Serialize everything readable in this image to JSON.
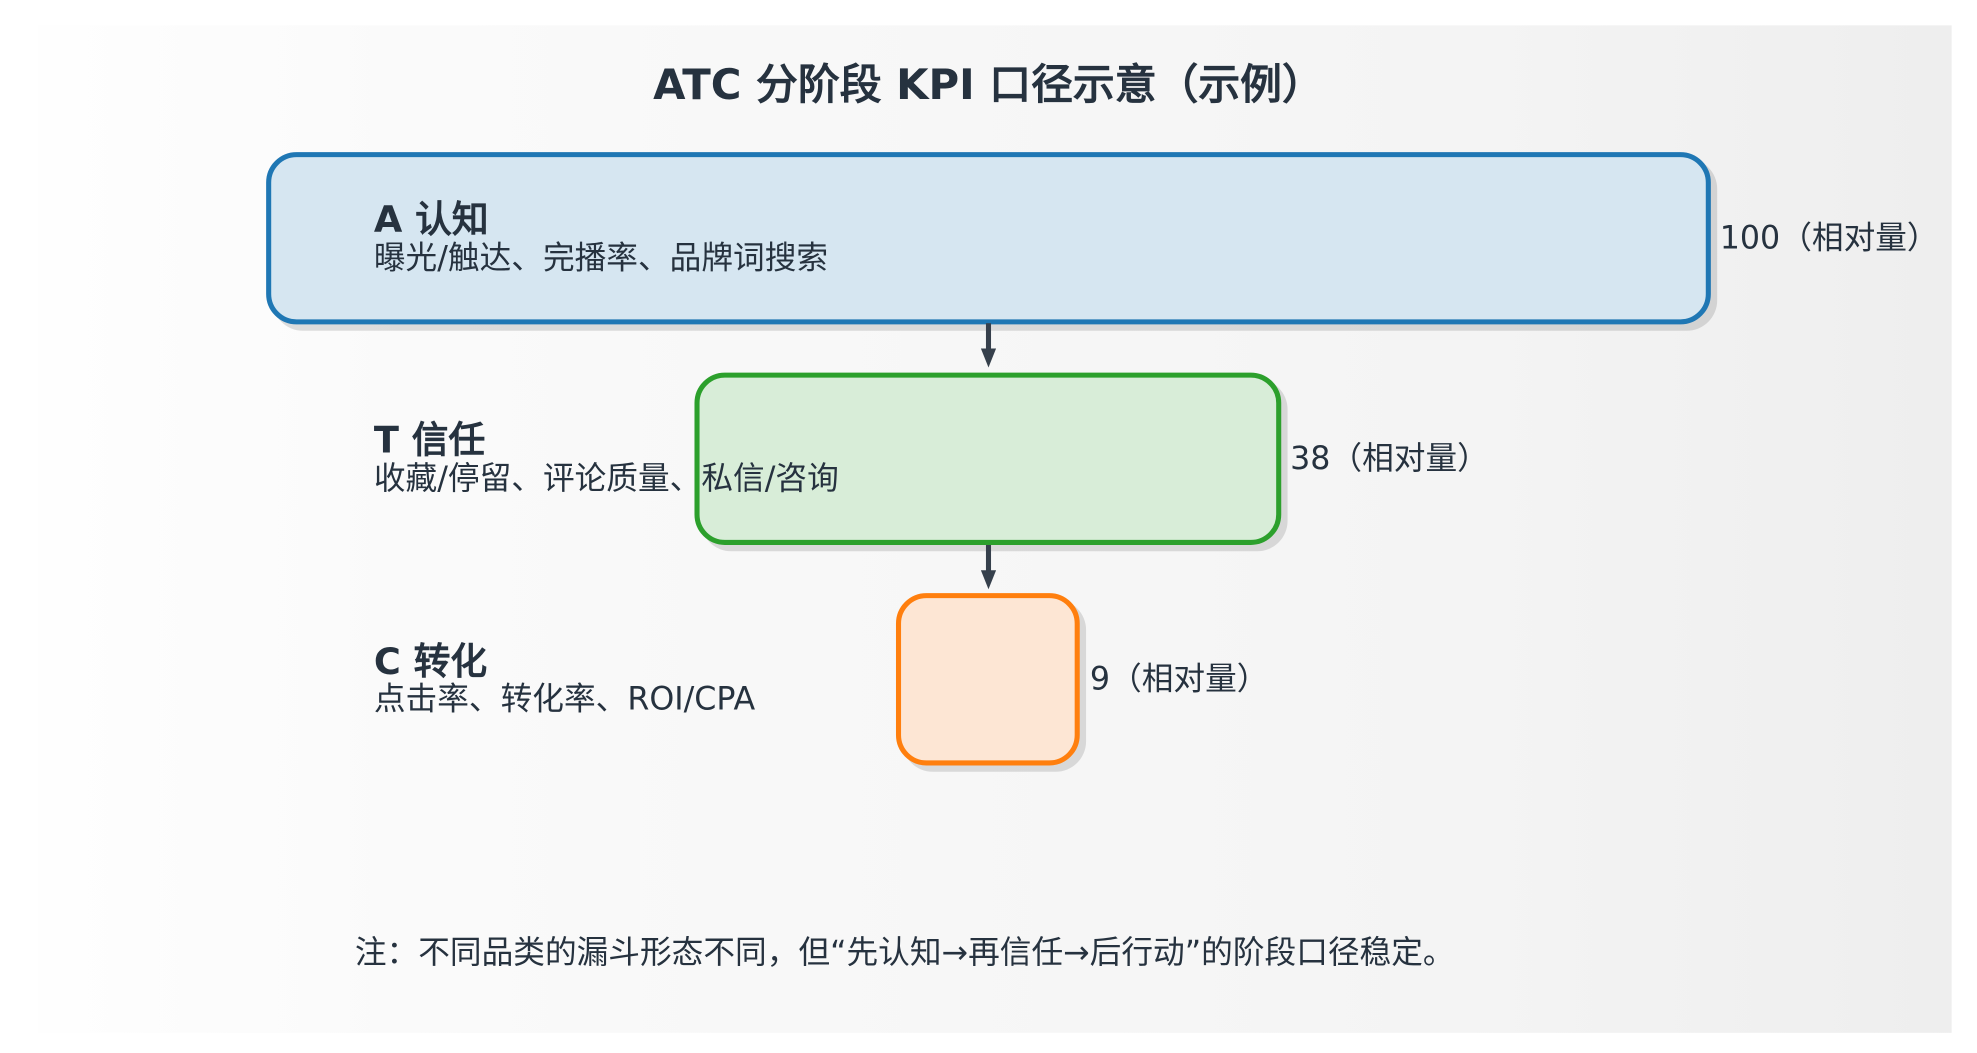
{
  "title": "ATC 分阶段 KPI 口径示意（示例）",
  "stages": [
    {
      "name": "A 认知",
      "metrics": "曝光/触达、完播率、品牌词搜索",
      "value_label": "100（相对量）",
      "value": 100,
      "color": "#1f77b4"
    },
    {
      "name": "T 信任",
      "metrics": "收藏/停留、评论质量、私信/咨询",
      "value_label": "38（相对量）",
      "value": 38,
      "color": "#2ca02c"
    },
    {
      "name": "C 转化",
      "metrics": "点击率、转化率、ROI/CPA",
      "value_label": "9（相对量）",
      "value": 9,
      "color": "#ff7f0e"
    }
  ],
  "note": "注：不同品类的漏斗形态不同，但“先认知→再信任→后行动”的阶段口径稳定。"
}
